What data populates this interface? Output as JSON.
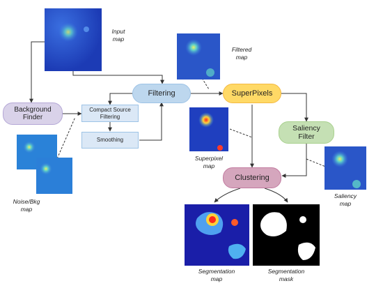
{
  "nodes": {
    "filtering": "Filtering",
    "superpixels": "SuperPixels",
    "background_finder_l1": "Background",
    "background_finder_l2": "Finder",
    "compact_l1": "Compact Source",
    "compact_l2": "Filtering",
    "smoothing": "Smoothing",
    "saliency_l1": "Saliency",
    "saliency_l2": "Filter",
    "clustering": "Clustering"
  },
  "captions": {
    "input_l1": "Input",
    "input_l2": "map",
    "filtered_l1": "Filtered",
    "filtered_l2": "map",
    "superpixel_l1": "Superpixel",
    "superpixel_l2": "map",
    "saliency_l1": "Saliency",
    "saliency_l2": "map",
    "noise_l1": "Noise/Bkg",
    "noise_l2": "map",
    "segmap_l1": "Segmentation",
    "segmap_l2": "map",
    "segmask_l1": "Segmentation",
    "segmask_l2": "mask"
  },
  "colors": {
    "blue_node": "#bdd7ee",
    "orange_node": "#ffd966",
    "purple_node": "#d9d2e9",
    "green_node": "#c5e0b4",
    "pink_node": "#d5a6bd",
    "rect_node": "#dbe8f6",
    "map_blue": "#1f3fbf",
    "arrow": "#333333"
  }
}
